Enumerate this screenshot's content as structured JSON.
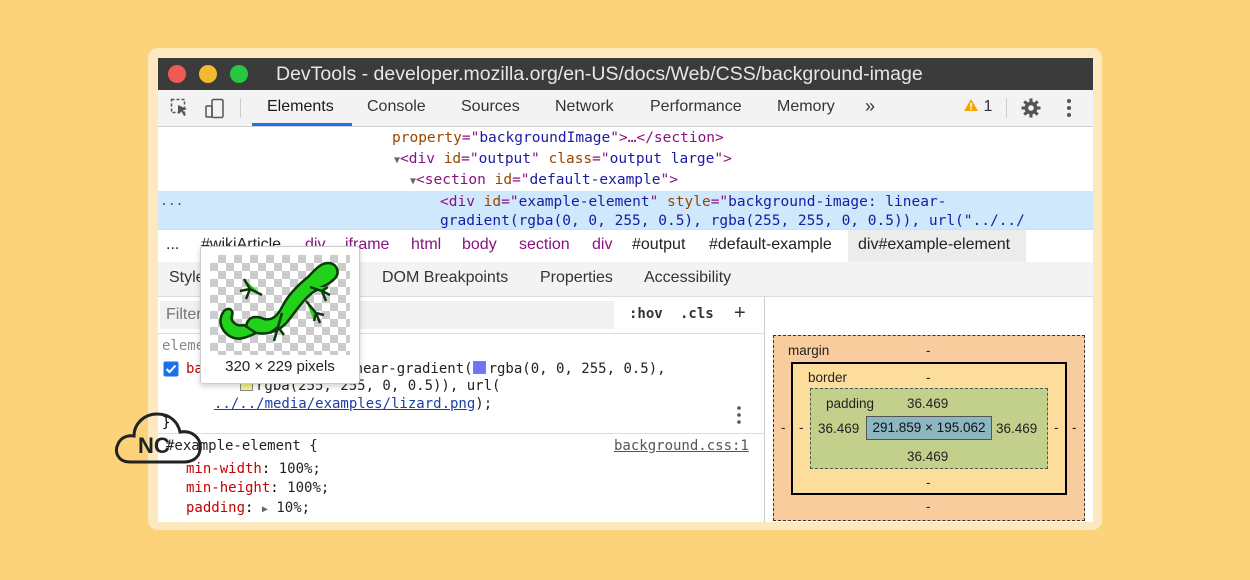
{
  "window": {
    "title": "DevTools - developer.mozilla.org/en-US/docs/Web/CSS/background-image"
  },
  "toolbar": {
    "tabs": [
      "Elements",
      "Console",
      "Sources",
      "Network",
      "Performance",
      "Memory"
    ],
    "more_label": "»",
    "warning_count": "1"
  },
  "dom": {
    "line1": {
      "attr": "property",
      "value": "backgroundImage",
      "tail": "…</section>"
    },
    "line2": {
      "tag": "div",
      "attr1": "id",
      "val1": "output",
      "attr2": "class",
      "val2": "output large"
    },
    "line3": {
      "tag": "section",
      "attr1": "id",
      "val1": "default-example"
    },
    "line4": {
      "tag": "div",
      "attr1": "id",
      "val1": "example-element",
      "attr2": "style",
      "val2a": "background-image: linear-",
      "val2b": "gradient(rgba(0, 0, 255, 0.5), rgba(255, 255, 0, 0.5)), url(\"../../"
    },
    "ellipsis": "..."
  },
  "breadcrumbs": {
    "more": "...",
    "items": [
      "#wikiArticle",
      "div",
      "iframe",
      "html",
      "body",
      "section",
      "div",
      "#output",
      "#default-example",
      "div#example-element"
    ]
  },
  "subtabs": {
    "items": [
      "Styles",
      "DOM Breakpoints",
      "Properties",
      "Accessibility"
    ]
  },
  "styles": {
    "filter_placeholder": "Filter",
    "hov": ":hov",
    "cls": ".cls",
    "add": "+",
    "element_label": "element.style {",
    "rule1": {
      "prop": "background-image",
      "v1": "linear-gradient(",
      "v1b": "rgba(0, 0, 255, 0.5),",
      "v2": "rgba(255, 255, 0, 0.5)), url(",
      "url": "../../media/examples/lizard.png",
      "v3": ");",
      "close": "}"
    },
    "rule2": {
      "selector": "#example-element",
      "brace": "{",
      "source": "background.css:1",
      "p1": "min-width",
      "v1": "100%;",
      "p2": "min-height",
      "v2": "100%;",
      "p3": "padding",
      "v3": "10%;"
    }
  },
  "tooltip": {
    "caption": "320 × 229 pixels"
  },
  "box_model": {
    "margin_label": "margin",
    "margin_top": "-",
    "margin_bottom": "-",
    "margin_left": "-",
    "margin_right": "-",
    "border_label": "border",
    "border_top": "-",
    "border_bottom": "-",
    "border_left": "-",
    "border_right": "-",
    "padding_label": "padding",
    "padding_top": "36.469",
    "padding_bottom": "36.469",
    "padding_left": "36.469",
    "padding_right": "36.469",
    "content": "291.859 × 195.062"
  },
  "watermark": {
    "text": "NC"
  },
  "colors": {
    "accent": "#1a73e8",
    "selection": "#cfe8fc",
    "tag": "#881280",
    "attr": "#994500",
    "value": "#1a1aa6",
    "property": "#c80000"
  }
}
